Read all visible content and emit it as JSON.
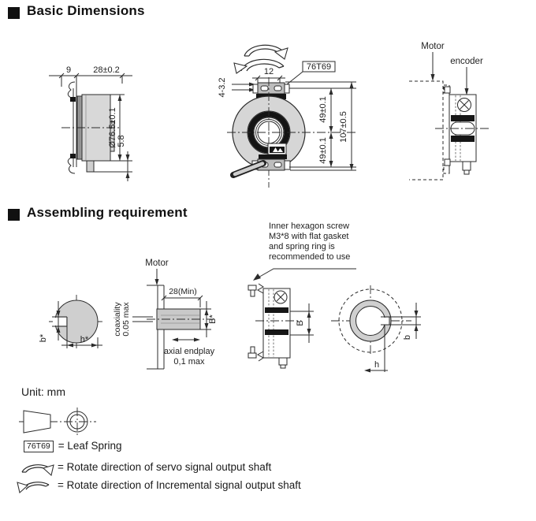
{
  "sections": {
    "basic": {
      "title": "Basic Dimensions"
    },
    "assembling": {
      "title": "Assembling requirement"
    }
  },
  "side_view": {
    "d9": "9",
    "d28": "28±0.2",
    "d76": "Ø76.5±0.1",
    "d58": "5.8"
  },
  "front_view": {
    "d12": "12",
    "d4_32": "4-3.2",
    "d49_top": "49±0.1",
    "d49_bottom": "49±0.1",
    "d107": "107±0.5",
    "leaf_spring_tag": "76T69"
  },
  "assembly_view": {
    "motor_label": "Motor",
    "encoder_label": "encoder"
  },
  "shaft_section": {
    "b": "b*",
    "h": "h*"
  },
  "motor_shaft_view": {
    "motor_label": "Motor",
    "d28min": "28(Min)",
    "coaxiality_line1": "coaxiality",
    "coaxiality_line2": "0.05 max",
    "dB": "B*",
    "endplay_line1": "axial endplay",
    "endplay_line2": "0,1 max"
  },
  "mounted_view": {
    "dB": "B"
  },
  "hub_front_view": {
    "b": "b",
    "h": "h"
  },
  "screw_note": {
    "line1": "Inner hexagon screw",
    "line2": "M3*8 with flat gasket",
    "line3": "and spring ring is",
    "line4": "recommended to use"
  },
  "legend": {
    "unit": "Unit: mm",
    "leaf_tag": "76T69",
    "leaf_eq": "= Leaf Spring",
    "cw_eq": "= Rotate direction of servo signal output shaft",
    "ccw_eq": "= Rotate direction of Incremental signal output shaft"
  },
  "colors": {
    "line": "#2b2b2b",
    "gray_fill": "#d8d8d8",
    "band": "#161616",
    "bg": "#ffffff"
  }
}
